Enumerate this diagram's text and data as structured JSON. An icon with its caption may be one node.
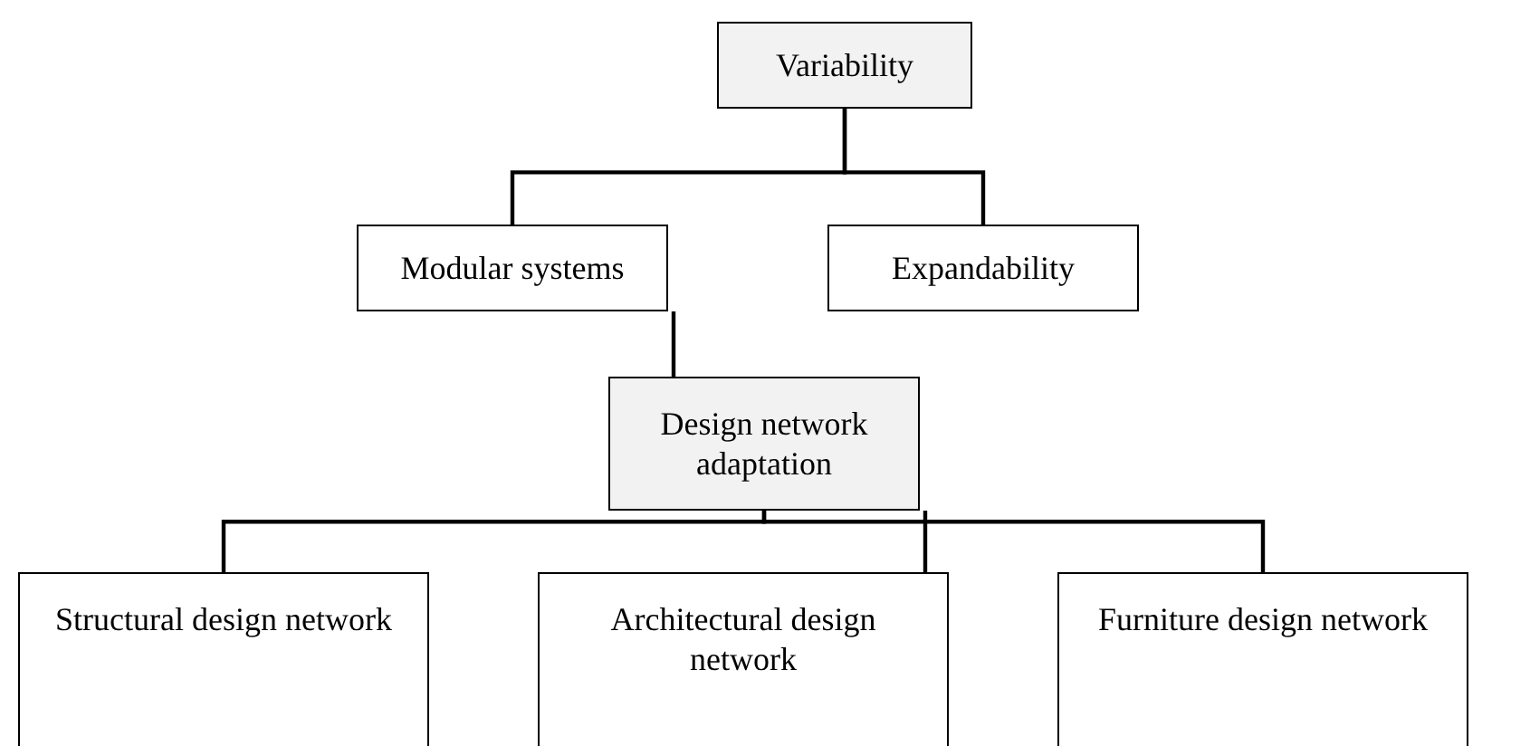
{
  "diagram": {
    "nodes": [
      {
        "text": [
          "Variability"
        ]
      },
      {
        "text": [
          "Modular systems"
        ]
      },
      {
        "text": [
          "Expandability"
        ]
      },
      {
        "text": [
          "Design network adaptation"
        ]
      },
      {
        "text": [
          "Structural design network"
        ]
      },
      {
        "text": [
          "Architectural design network"
        ]
      },
      {
        "text": [
          "Furniture design network"
        ]
      }
    ],
    "edges": [
      {
        "from": 0,
        "to": 1,
        "arrow": "none"
      },
      {
        "from": 0,
        "to": 2,
        "arrow": "none"
      },
      {
        "from": 1,
        "to": 3,
        "arrow": "none"
      },
      {
        "from": 3,
        "to": 4,
        "arrow": "none"
      },
      {
        "from": 3,
        "to": 5,
        "arrow": "none"
      },
      {
        "from": 3,
        "to": 6,
        "arrow": "none"
      }
    ]
  }
}
